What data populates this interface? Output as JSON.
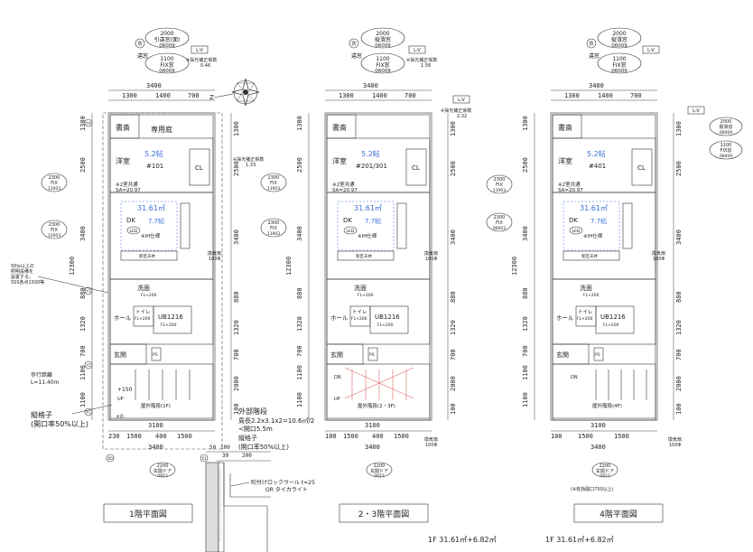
{
  "plans": [
    {
      "id": "1f",
      "title": "1階平面図",
      "unit": "#101",
      "tatami": "5.2帖",
      "dk_area": "31.61㎡",
      "dk_label": "DK",
      "dk_tatami": "7.7帖",
      "ih": "※IH仕様",
      "top_dims": [
        "1300",
        "1400",
        "700"
      ],
      "top_total": "3400",
      "bottom_dims": [
        "230",
        "1500",
        "400",
        "1500"
      ],
      "bottom_total": "3400",
      "bottom_sub": "3100",
      "left_dims": [
        "1300",
        "2500",
        "3400",
        "880",
        "1320",
        "700",
        "1100",
        "1100"
      ],
      "left_total": "12300",
      "right_dims": [
        "1300",
        "2500",
        "3400",
        "880",
        "1320",
        "700",
        "2000",
        "100"
      ],
      "stair_label": "屋外階段(1F)",
      "stair_plus": "+150",
      "stair_zero": "±0",
      "window_top": [
        "2000",
        "引違窓(面)",
        "06009"
      ],
      "window_top2": [
        "1100",
        "FIX窓",
        "06009"
      ],
      "courtyard": "専用庭"
    },
    {
      "id": "23f",
      "title": "2・3階平面図",
      "unit": "#201/301",
      "tatami": "5.2帖",
      "dk_area": "31.61㎡",
      "dk_label": "DK",
      "dk_tatami": "7.7帖",
      "ih": "※IH仕様",
      "top_dims": [
        "1300",
        "1400",
        "700"
      ],
      "top_total": "3400",
      "bottom_dims": [
        "100",
        "1500",
        "400",
        "1500"
      ],
      "bottom_total": "3400",
      "bottom_sub": "3100",
      "left_dims": [
        "1300",
        "2500",
        "3400",
        "880",
        "1320",
        "700",
        "1100",
        "1100"
      ],
      "left_total": "12300",
      "right_dims": [
        "1300",
        "2500",
        "3400",
        "880",
        "1320",
        "700",
        "2000",
        "100"
      ],
      "stair_label": "屋外階段(2・3F)",
      "window_top": [
        "2000",
        "縦滑窓",
        "06009"
      ],
      "window_top2": [
        "1100",
        "FIX窓",
        "06009"
      ]
    },
    {
      "id": "4f",
      "title": "4階平面図",
      "unit": "#401",
      "tatami": "5.2帖",
      "dk_area": "31.61㎡",
      "dk_label": "DK",
      "dk_tatami": "7.7帖",
      "ih": "※IH仕様",
      "top_dims": [
        "1300",
        "1400",
        "700"
      ],
      "top_total": "3400",
      "bottom_dims": [
        "100",
        "1500",
        "1500"
      ],
      "bottom_total": "3400",
      "bottom_sub": "3100",
      "left_dims": [
        "1300",
        "2500",
        "3400",
        "880",
        "1320",
        "700",
        "1100",
        "1100"
      ],
      "left_total": "12300",
      "right_dims": [
        "1300",
        "2500",
        "3400",
        "880",
        "1320",
        "700",
        "2000",
        "100"
      ],
      "stair_label": "屋外階段(4F)",
      "window_top": [
        "2000",
        "縦滑窓",
        "06009"
      ],
      "window_top2": [
        "1100",
        "FIX窓",
        "06009"
      ]
    }
  ],
  "rooms": {
    "study": "書斎",
    "western": "洋室",
    "cl": "CL",
    "washroom": "洗面",
    "washroom_fl": "FL+200",
    "toilet": "トイレ",
    "toilet_fl": "FL+200",
    "hall": "ホール",
    "bath": "UB1216",
    "bath_fl": "FL+200",
    "entrance": "玄関",
    "ps": "PS",
    "up": "UP",
    "dn": "DN",
    "shared_vent": "※2室共通",
    "shared_vent_sa": "SA=20.97",
    "led": "LED",
    "kitchen_note": "新区天井"
  },
  "notes": {
    "exterior_stair_title": "外部階段",
    "exterior_stair_perimeter": "周長2.2x3.1x2=10.6㎡/2",
    "exterior_stair_opening": "<開口5.5m",
    "lattice": "縦格子",
    "lattice_opening": "(開口率50%以上)",
    "lattice_left": "縦格子",
    "lattice_left_opening": "(開口率50%以上)",
    "walking_distance": "歩行距離",
    "walking_distance_value": "L=11.40m",
    "lighting_note_1": "50lx以上の",
    "lighting_note_2": "照明設備を",
    "lighting_note_3": "設置する。",
    "lighting_note_4": "SSS各点1500等",
    "spray_title": "吹付けロックウール t=25",
    "spray_sub": "OR タイカライト",
    "detail_dims": [
      "50",
      "100",
      "30",
      "200"
    ],
    "door_label": [
      "2200",
      "玄関ドア",
      "0923"
    ],
    "door_note_4f": "(※有効開口750以上)",
    "vent_label_1": "換気扇",
    "vent_label_2": "100Φ",
    "lv": "L-V",
    "fire": "防",
    "window_left_1": [
      "2300",
      "FIX",
      "12003"
    ],
    "window_left_2": [
      "2300",
      "FIX",
      "12003"
    ],
    "window_right_1": [
      "2300",
      "FIX",
      "11903"
    ],
    "window_right_2": [
      "2300",
      "FIX",
      "11903"
    ],
    "window_right_3": [
      "2300",
      "FIX",
      "06003"
    ],
    "window_right_top": [
      "2000",
      "縦滑窓",
      "06009"
    ],
    "window_right_top2": [
      "1100",
      "FIX窓",
      "06009"
    ],
    "lighting_coef": "※採光補正係数",
    "lighting_coef_1": "0.46",
    "lighting_coef_2": "1.33",
    "lighting_coef_3": "1.56",
    "lighting_coef_4": "2.32",
    "slide_window": "違窓"
  },
  "area_summary": {
    "a_left_1": "1F  31.61㎡+6.82㎡",
    "a_right_1": "1F  31.61㎡+6.82㎡"
  },
  "grid_labels": [
    "Y4",
    "Y3",
    "Y2",
    "Y1",
    "X0",
    "X1"
  ]
}
